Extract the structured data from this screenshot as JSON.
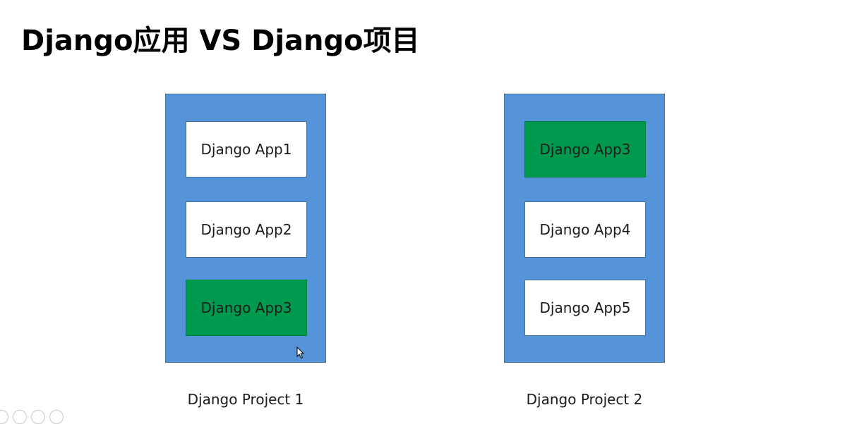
{
  "slide": {
    "title": "Django应用 VS Django项目"
  },
  "projects": [
    {
      "label": "Django Project 1",
      "apps": [
        {
          "label": "Django App1",
          "highlighted": false
        },
        {
          "label": "Django App2",
          "highlighted": false
        },
        {
          "label": "Django App3",
          "highlighted": true
        }
      ]
    },
    {
      "label": "Django Project 2",
      "apps": [
        {
          "label": "Django App3",
          "highlighted": true
        },
        {
          "label": "Django App4",
          "highlighted": false
        },
        {
          "label": "Django App5",
          "highlighted": false
        }
      ]
    }
  ],
  "colors": {
    "project_fill": "#5594d8",
    "app_fill": "#ffffff",
    "shared_app_fill": "#009a4e"
  },
  "icons": [
    "pen-tool-icon",
    "slides-tool-icon",
    "zoom-tool-icon",
    "more-tool-icon"
  ]
}
